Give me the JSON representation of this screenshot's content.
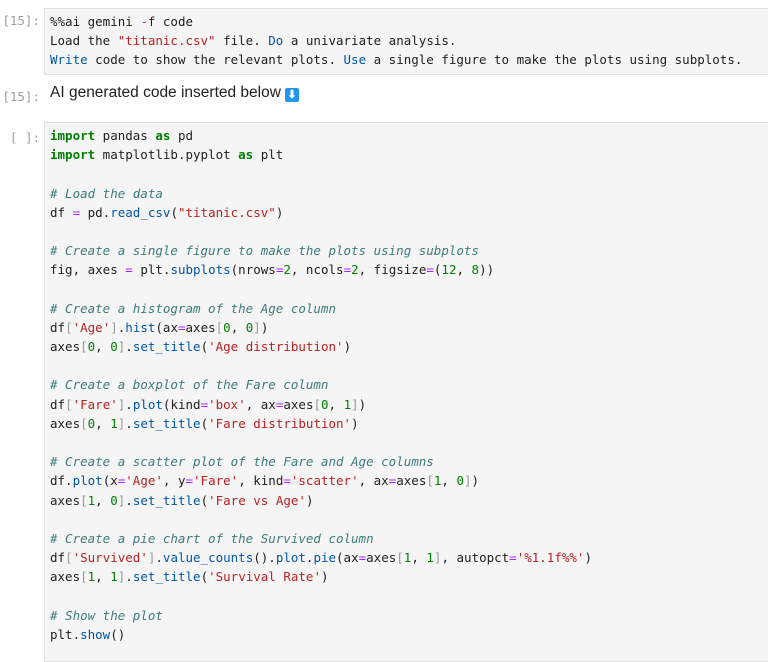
{
  "cells": [
    {
      "prompt": "[15]:",
      "lines": [
        [
          [
            "",
            "%%ai gemini "
          ],
          [
            "op",
            "-"
          ],
          [
            "",
            "f code"
          ]
        ],
        [
          [
            "",
            "Load the "
          ],
          [
            "str",
            "\"titanic.csv\""
          ],
          [
            "",
            " file. "
          ],
          [
            "fn",
            "Do"
          ],
          [
            "",
            " a univariate analysis."
          ]
        ],
        [
          [
            "fn",
            "Write"
          ],
          [
            "",
            " code to show the relevant plots. "
          ],
          [
            "fn",
            "Use"
          ],
          [
            "",
            " a single figure to make the plots using subplots."
          ]
        ]
      ]
    },
    {
      "prompt": "[15]:",
      "markdown": "AI generated code inserted below",
      "icon": "arrow-down-icon",
      "icon_glyph": "⬇"
    },
    {
      "prompt": "[ ]:",
      "lines": [
        [
          [
            "kw",
            "import"
          ],
          [
            "",
            " pandas "
          ],
          [
            "kw",
            "as"
          ],
          [
            "",
            " pd"
          ]
        ],
        [
          [
            "kw",
            "import"
          ],
          [
            "",
            " matplotlib.pyplot "
          ],
          [
            "kw",
            "as"
          ],
          [
            "",
            " plt"
          ]
        ],
        [],
        [
          [
            "cm",
            "# Load the data"
          ]
        ],
        [
          [
            "",
            "df "
          ],
          [
            "op",
            "="
          ],
          [
            "",
            " pd."
          ],
          [
            "fn",
            "read_csv"
          ],
          [
            "",
            "("
          ],
          [
            "str",
            "\"titanic.csv\""
          ],
          [
            "",
            ")"
          ]
        ],
        [],
        [
          [
            "cm",
            "# Create a single figure to make the plots using subplots"
          ]
        ],
        [
          [
            "",
            "fig, axes "
          ],
          [
            "op",
            "="
          ],
          [
            "",
            " plt."
          ],
          [
            "fn",
            "subplots"
          ],
          [
            "",
            "(nrows"
          ],
          [
            "op",
            "="
          ],
          [
            "num",
            "2"
          ],
          [
            "",
            ", ncols"
          ],
          [
            "op",
            "="
          ],
          [
            "num",
            "2"
          ],
          [
            "",
            ", figsize"
          ],
          [
            "op",
            "="
          ],
          [
            "",
            "("
          ],
          [
            "num",
            "12"
          ],
          [
            "",
            ", "
          ],
          [
            "num",
            "8"
          ],
          [
            "",
            "))"
          ]
        ],
        [],
        [
          [
            "cm",
            "# Create a histogram of the Age column"
          ]
        ],
        [
          [
            "",
            "df"
          ],
          [
            "br",
            "["
          ],
          [
            "str",
            "'Age'"
          ],
          [
            "br",
            "]"
          ],
          [
            "",
            "."
          ],
          [
            "fn",
            "hist"
          ],
          [
            "",
            "(ax"
          ],
          [
            "op",
            "="
          ],
          [
            "",
            "axes"
          ],
          [
            "br",
            "["
          ],
          [
            "num",
            "0"
          ],
          [
            "",
            ", "
          ],
          [
            "num",
            "0"
          ],
          [
            "br",
            "]"
          ],
          [
            "",
            ")"
          ]
        ],
        [
          [
            "",
            "axes"
          ],
          [
            "br",
            "["
          ],
          [
            "num",
            "0"
          ],
          [
            "",
            ", "
          ],
          [
            "num",
            "0"
          ],
          [
            "br",
            "]"
          ],
          [
            "",
            "."
          ],
          [
            "fn",
            "set_title"
          ],
          [
            "",
            "("
          ],
          [
            "str",
            "'Age distribution'"
          ],
          [
            "",
            ")"
          ]
        ],
        [],
        [
          [
            "cm",
            "# Create a boxplot of the Fare column"
          ]
        ],
        [
          [
            "",
            "df"
          ],
          [
            "br",
            "["
          ],
          [
            "str",
            "'Fare'"
          ],
          [
            "br",
            "]"
          ],
          [
            "",
            "."
          ],
          [
            "fn",
            "plot"
          ],
          [
            "",
            "(kind"
          ],
          [
            "op",
            "="
          ],
          [
            "str",
            "'box'"
          ],
          [
            "",
            ", ax"
          ],
          [
            "op",
            "="
          ],
          [
            "",
            "axes"
          ],
          [
            "br",
            "["
          ],
          [
            "num",
            "0"
          ],
          [
            "",
            ", "
          ],
          [
            "num",
            "1"
          ],
          [
            "br",
            "]"
          ],
          [
            "",
            ")"
          ]
        ],
        [
          [
            "",
            "axes"
          ],
          [
            "br",
            "["
          ],
          [
            "num",
            "0"
          ],
          [
            "",
            ", "
          ],
          [
            "num",
            "1"
          ],
          [
            "br",
            "]"
          ],
          [
            "",
            "."
          ],
          [
            "fn",
            "set_title"
          ],
          [
            "",
            "("
          ],
          [
            "str",
            "'Fare distribution'"
          ],
          [
            "",
            ")"
          ]
        ],
        [],
        [
          [
            "cm",
            "# Create a scatter plot of the Fare and Age columns"
          ]
        ],
        [
          [
            "",
            "df."
          ],
          [
            "fn",
            "plot"
          ],
          [
            "",
            "(x"
          ],
          [
            "op",
            "="
          ],
          [
            "str",
            "'Age'"
          ],
          [
            "",
            ", y"
          ],
          [
            "op",
            "="
          ],
          [
            "str",
            "'Fare'"
          ],
          [
            "",
            ", kind"
          ],
          [
            "op",
            "="
          ],
          [
            "str",
            "'scatter'"
          ],
          [
            "",
            ", ax"
          ],
          [
            "op",
            "="
          ],
          [
            "",
            "axes"
          ],
          [
            "br",
            "["
          ],
          [
            "num",
            "1"
          ],
          [
            "",
            ", "
          ],
          [
            "num",
            "0"
          ],
          [
            "br",
            "]"
          ],
          [
            "",
            ")"
          ]
        ],
        [
          [
            "",
            "axes"
          ],
          [
            "br",
            "["
          ],
          [
            "num",
            "1"
          ],
          [
            "",
            ", "
          ],
          [
            "num",
            "0"
          ],
          [
            "br",
            "]"
          ],
          [
            "",
            "."
          ],
          [
            "fn",
            "set_title"
          ],
          [
            "",
            "("
          ],
          [
            "str",
            "'Fare vs Age'"
          ],
          [
            "",
            ")"
          ]
        ],
        [],
        [
          [
            "cm",
            "# Create a pie chart of the Survived column"
          ]
        ],
        [
          [
            "",
            "df"
          ],
          [
            "br",
            "["
          ],
          [
            "str",
            "'Survived'"
          ],
          [
            "br",
            "]"
          ],
          [
            "",
            "."
          ],
          [
            "fn",
            "value_counts"
          ],
          [
            "",
            "()."
          ],
          [
            "fn",
            "plot"
          ],
          [
            "",
            "."
          ],
          [
            "fn",
            "pie"
          ],
          [
            "",
            "(ax"
          ],
          [
            "op",
            "="
          ],
          [
            "",
            "axes"
          ],
          [
            "br",
            "["
          ],
          [
            "num",
            "1"
          ],
          [
            "",
            ", "
          ],
          [
            "num",
            "1"
          ],
          [
            "br",
            "]"
          ],
          [
            "",
            ", autopct"
          ],
          [
            "op",
            "="
          ],
          [
            "str",
            "'%1.1f%%'"
          ],
          [
            "",
            ")"
          ]
        ],
        [
          [
            "",
            "axes"
          ],
          [
            "br",
            "["
          ],
          [
            "num",
            "1"
          ],
          [
            "",
            ", "
          ],
          [
            "num",
            "1"
          ],
          [
            "br",
            "]"
          ],
          [
            "",
            "."
          ],
          [
            "fn",
            "set_title"
          ],
          [
            "",
            "("
          ],
          [
            "str",
            "'Survival Rate'"
          ],
          [
            "",
            ")"
          ]
        ],
        [],
        [
          [
            "cm",
            "# Show the plot"
          ]
        ],
        [
          [
            "",
            "plt."
          ],
          [
            "fn",
            "show"
          ],
          [
            "",
            "()"
          ]
        ]
      ]
    }
  ]
}
